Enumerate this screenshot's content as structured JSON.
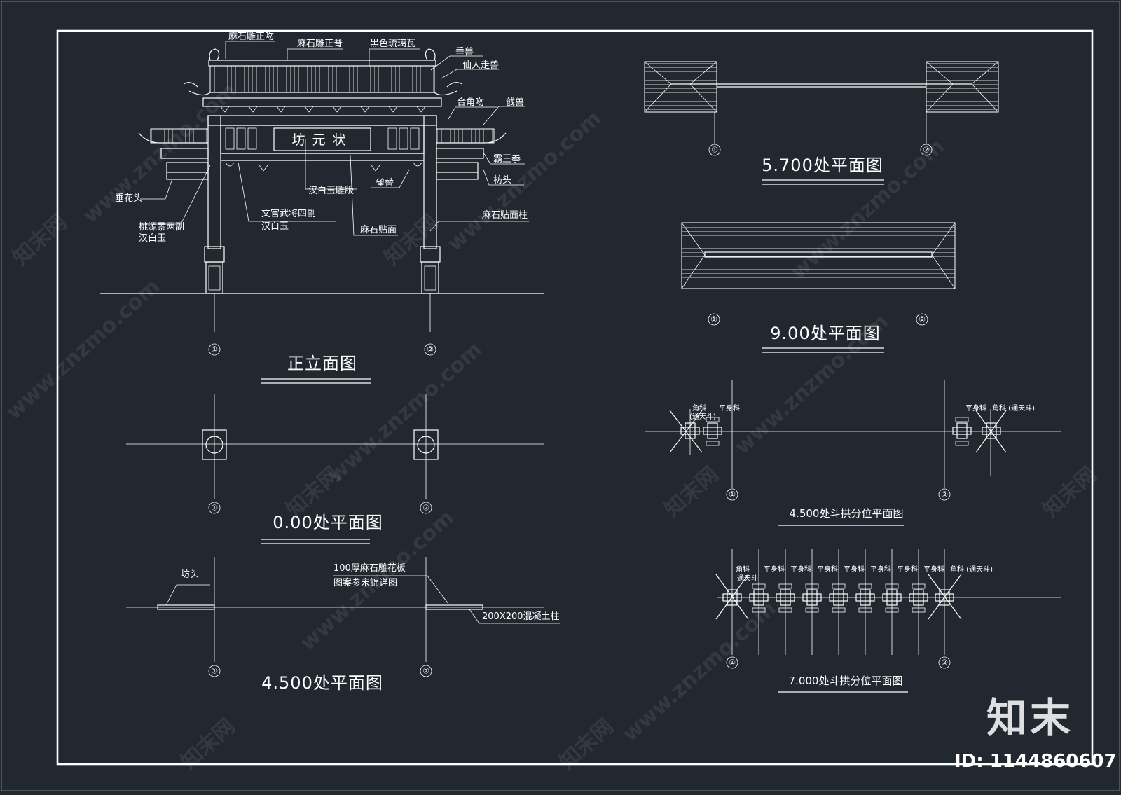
{
  "elevation": {
    "title": "正立面图",
    "plaque": "坊元状",
    "labels": {
      "ridge_ornament": "麻石雕正吻",
      "ridge": "麻石雕正脊",
      "tiles": "黑色琉璃瓦",
      "hanging_beast": "垂兽",
      "immortal_beasts": "仙人走兽",
      "corner_ornament": "合角吻",
      "ridge_beast": "戗兽",
      "bawang_quan": "霸王拳",
      "fang_tou": "枋头",
      "que_ti": "雀替",
      "chuihua_tou": "垂花头",
      "taoyuan": "桃源景两副",
      "taoyuan_2": "汉白玉",
      "hanbaiyu_carving": "汉白玉雕版",
      "wenguan": "文官武将四副",
      "wenguan_2": "汉白玉",
      "stone_facing": "麻石贴面",
      "stone_column": "麻石贴面柱"
    }
  },
  "plan_000": {
    "title": "0.00处平面图"
  },
  "plan_4500": {
    "title": "4.500处平面图",
    "fang_tou": "坊头",
    "carving_note_1": "100厚麻石雕花板",
    "carving_note_2": "图案参宋锦详图",
    "column_note": "200X200混凝土柱"
  },
  "plan_5700": {
    "title": "5.700处平面图"
  },
  "plan_900": {
    "title": "9.00处平面图"
  },
  "dougong_4500": {
    "title": "4.500处斗拱分位平面图",
    "jiao_ke": "角科",
    "tong_tian_dou": "(通天斗)",
    "ping_shen_ke": "平身科",
    "jiao_ke_right": "角科 (通天斗)"
  },
  "dougong_7000": {
    "title": "7.000处斗拱分位平面图",
    "jiao_ke": "角科",
    "tong_tian_dou": "通天斗",
    "ping_shen_ke": "平身科",
    "jiao_ke_right": "角科 (通天斗)"
  },
  "axis": {
    "one": "①",
    "two": "②"
  },
  "watermark": {
    "site": "www.znzmo.com",
    "brand": "知末网",
    "logo": "知末",
    "image_id": "ID: 1144860607"
  }
}
